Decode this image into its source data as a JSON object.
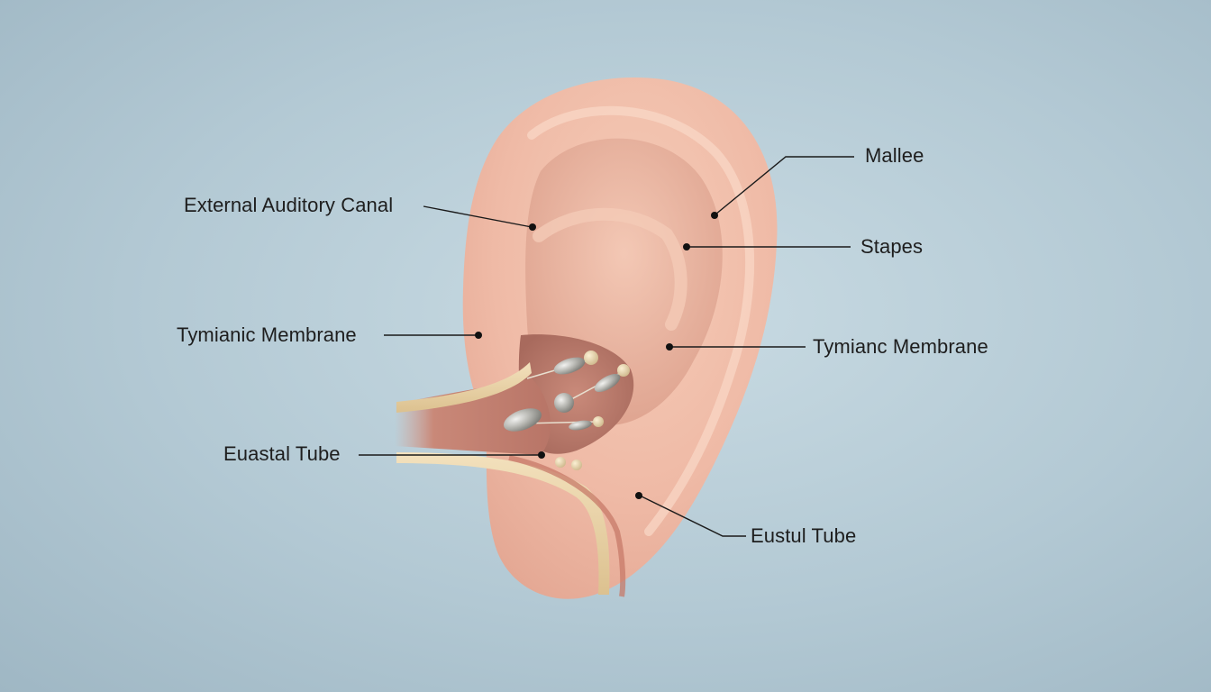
{
  "diagram": {
    "labels": [
      {
        "id": "external-auditory-canal",
        "text": "External Auditory Canal"
      },
      {
        "id": "tymianic-membrane-left",
        "text": "Tymianic Membrane"
      },
      {
        "id": "euastal-tube",
        "text": "Euastal Tube"
      },
      {
        "id": "mallee",
        "text": "Mallee"
      },
      {
        "id": "stapes",
        "text": "Stapes"
      },
      {
        "id": "tymianc-membrane-right",
        "text": "Tymianc Membrane"
      },
      {
        "id": "eustul-tube",
        "text": "Eustul Tube"
      }
    ]
  }
}
